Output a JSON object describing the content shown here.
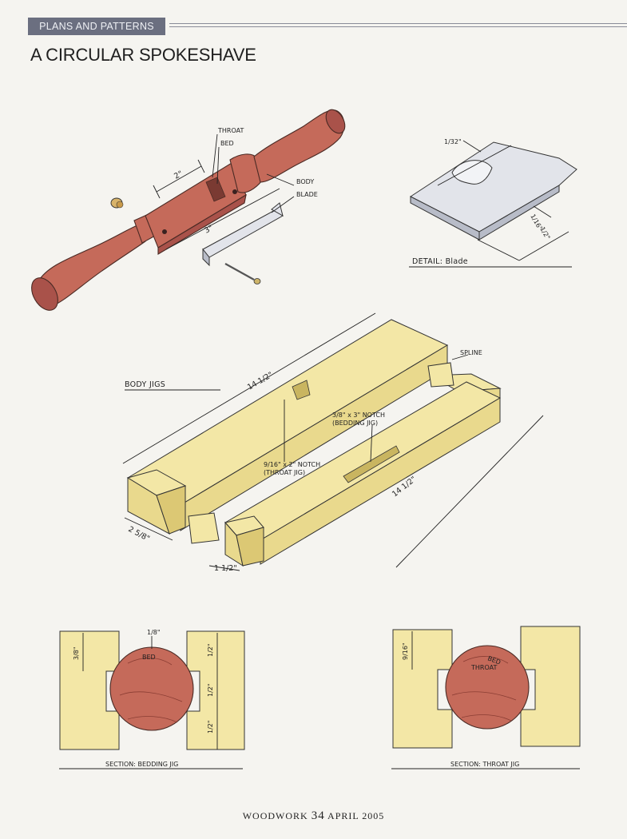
{
  "header": {
    "section_tab": "PLANS AND PATTERNS",
    "title": "A CIRCULAR SPOKESHAVE"
  },
  "spokeshave": {
    "labels": {
      "throat": "THROAT",
      "bed": "BED",
      "body": "BODY",
      "blade": "BLADE"
    },
    "dimensions": {
      "bed_length": "2\"",
      "blade_width": "3\""
    }
  },
  "detail_blade": {
    "caption": "DETAIL: Blade",
    "dim_thickness": "1/32\"",
    "dim_bevel": "1/16\"",
    "dim_width": "1/2\""
  },
  "body_jigs": {
    "caption": "BODY JIGS",
    "spline_label": "SPLINE",
    "notch_bedding_line1": "3/8\" x 3\" NOTCH",
    "notch_bedding_line2": "(BEDDING JIG)",
    "notch_throat_line1": "9/16\" x 2\" NOTCH",
    "notch_throat_line2": "(THROAT JIG)",
    "dim_length_top": "14 1/2\"",
    "dim_length_front": "14 1/2\"",
    "dim_depth": "2 5/8\"",
    "dim_width": "1 1/2\""
  },
  "section_bedding": {
    "caption": "SECTION: BEDDING JIG",
    "bed_label": "BED",
    "dim_top": "1/8\"",
    "dim_notch": "3/8\"",
    "dim_a": "1/2\"",
    "dim_b": "1/2\"",
    "dim_c": "1/2\""
  },
  "section_throat": {
    "caption": "SECTION: THROAT JIG",
    "bed_label": "BED",
    "throat_label": "THROAT",
    "dim_notch": "9/16\""
  },
  "footer": {
    "magazine": "WOODWORK",
    "page_number": "34",
    "issue": "APRIL 2005"
  }
}
